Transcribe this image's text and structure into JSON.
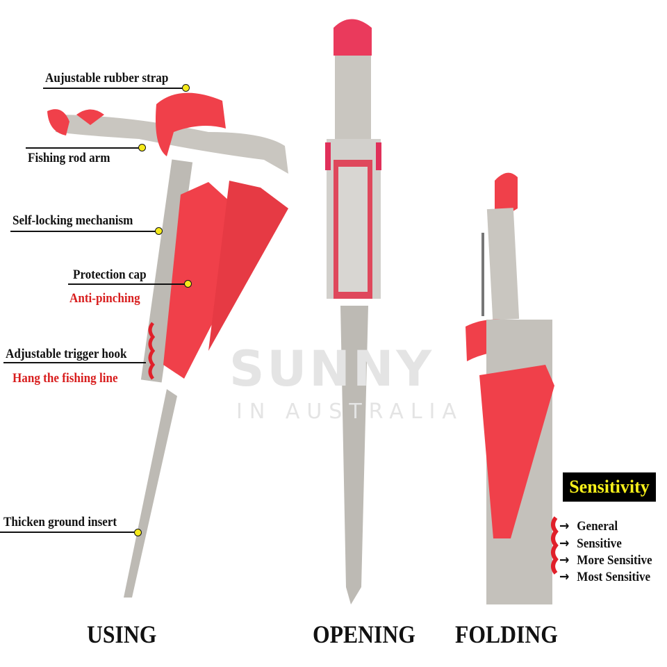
{
  "watermark": {
    "brand": "SUNNY",
    "sub": "IN AUSTRALIA"
  },
  "using": {
    "caption": "USING",
    "labels": {
      "strap": "Aujustable rubber strap",
      "arm": "Fishing rod arm",
      "lock": "Self-locking mechanism",
      "cap": "Protection cap",
      "cap_note": "Anti-pinching",
      "hook": "Adjustable trigger hook",
      "hook_note": "Hang the fishing line",
      "insert": "Thicken ground insert"
    }
  },
  "opening": {
    "caption": "OPENING"
  },
  "folding": {
    "caption": "FOLDING",
    "sensitivity_title": "Sensitivity",
    "levels": [
      "General",
      "Sensitive",
      "More Sensitive",
      "Most Sensitive"
    ]
  },
  "colors": {
    "product_red": "#f0404a",
    "steel": "#c9c6c0",
    "label_red": "#d81e1e",
    "badge_bg": "#000000",
    "badge_text": "#f7f01a"
  }
}
